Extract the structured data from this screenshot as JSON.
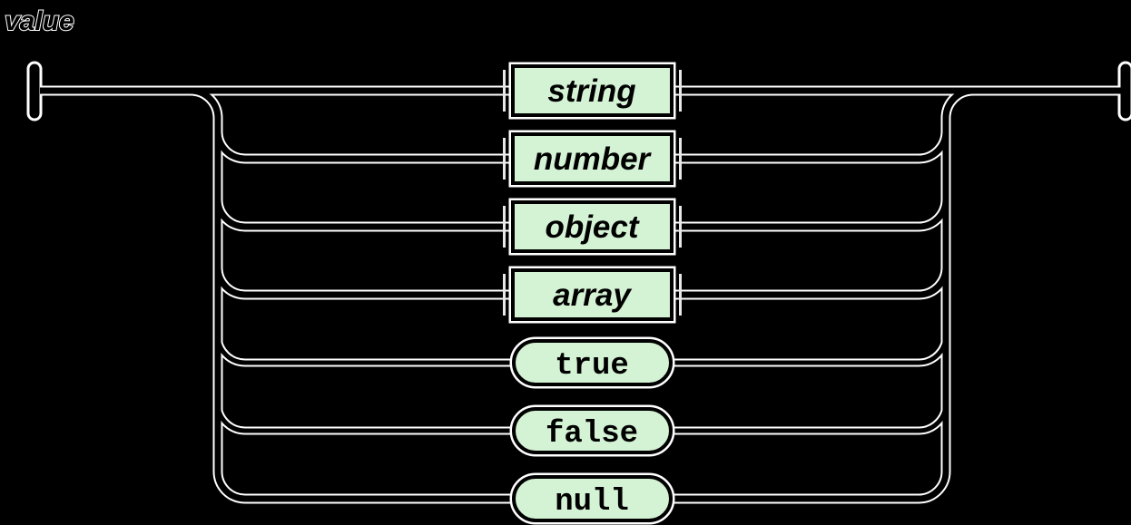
{
  "diagram": {
    "title": "value",
    "type": "railroad-syntax-diagram",
    "structure": "choice",
    "alternatives": [
      {
        "label": "string",
        "kind": "nonterminal",
        "shape": "rectangle"
      },
      {
        "label": "number",
        "kind": "nonterminal",
        "shape": "rectangle"
      },
      {
        "label": "object",
        "kind": "nonterminal",
        "shape": "rectangle"
      },
      {
        "label": "array",
        "kind": "nonterminal",
        "shape": "rectangle"
      },
      {
        "label": "true",
        "kind": "terminal",
        "shape": "pill"
      },
      {
        "label": "false",
        "kind": "terminal",
        "shape": "pill"
      },
      {
        "label": "null",
        "kind": "terminal",
        "shape": "pill"
      }
    ],
    "colors": {
      "background": "#000000",
      "node_fill": "#d4f2d4",
      "node_border": "#000000",
      "line_core": "#000000",
      "line_halo": "#ffffff",
      "label_text": "#000000"
    }
  }
}
